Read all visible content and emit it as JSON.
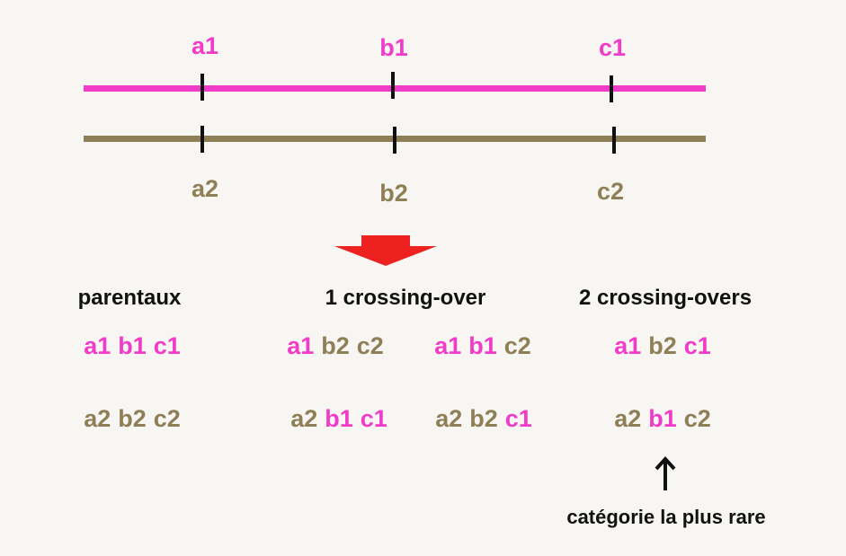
{
  "colors": {
    "pink": "#f03cc8",
    "olive": "#8f7f57",
    "arrow": "#ee2121",
    "text": "#111111"
  },
  "chromosome1": {
    "loci": [
      "a1",
      "b1",
      "c1"
    ]
  },
  "chromosome2": {
    "loci": [
      "a2",
      "b2",
      "c2"
    ]
  },
  "categories": {
    "parental": "parentaux",
    "single": "1 crossing-over",
    "double": "2 crossing-overs"
  },
  "combinations": {
    "parental_1": [
      {
        "t": "a1",
        "c": "pink"
      },
      {
        "t": "b1",
        "c": "pink"
      },
      {
        "t": "c1",
        "c": "pink"
      }
    ],
    "parental_2": [
      {
        "t": "a2",
        "c": "olive"
      },
      {
        "t": "b2",
        "c": "olive"
      },
      {
        "t": "c2",
        "c": "olive"
      }
    ],
    "single_1a": [
      {
        "t": "a1",
        "c": "pink"
      },
      {
        "t": "b2",
        "c": "olive"
      },
      {
        "t": "c2",
        "c": "olive"
      }
    ],
    "single_1b": [
      {
        "t": "a1",
        "c": "pink"
      },
      {
        "t": "b1",
        "c": "pink"
      },
      {
        "t": "c2",
        "c": "olive"
      }
    ],
    "single_2a": [
      {
        "t": "a2",
        "c": "olive"
      },
      {
        "t": "b1",
        "c": "pink"
      },
      {
        "t": "c1",
        "c": "pink"
      }
    ],
    "single_2b": [
      {
        "t": "a2",
        "c": "olive"
      },
      {
        "t": "b2",
        "c": "olive"
      },
      {
        "t": "c1",
        "c": "pink"
      }
    ],
    "double_1": [
      {
        "t": "a1",
        "c": "pink"
      },
      {
        "t": "b2",
        "c": "olive"
      },
      {
        "t": "c1",
        "c": "pink"
      }
    ],
    "double_2": [
      {
        "t": "a2",
        "c": "olive"
      },
      {
        "t": "b1",
        "c": "pink"
      },
      {
        "t": "c2",
        "c": "olive"
      }
    ]
  },
  "note": "catégorie la plus rare",
  "icons": {
    "down_arrow": "down-arrow-icon",
    "up_arrow": "up-arrow-icon"
  }
}
